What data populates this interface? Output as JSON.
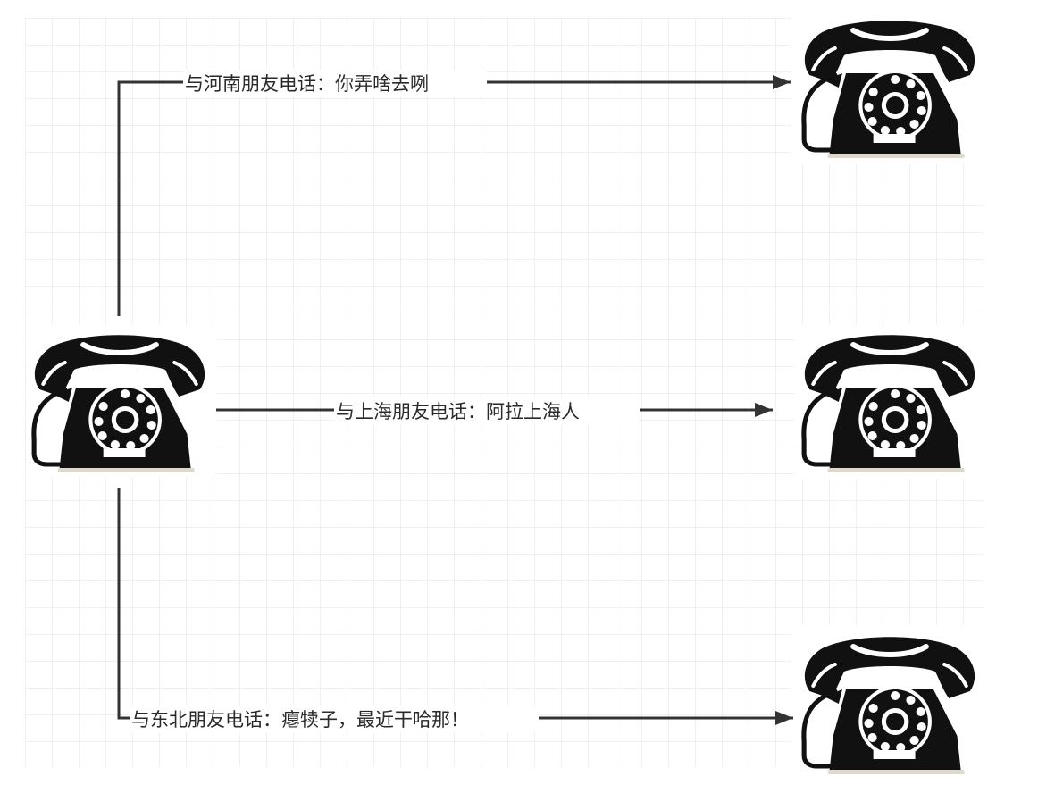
{
  "edges": [
    {
      "id": "henan",
      "label": "与河南朋友电话：你弄啥去咧"
    },
    {
      "id": "shanghai",
      "label": "与上海朋友电话：阿拉上海人"
    },
    {
      "id": "dongbei",
      "label": "与东北朋友电话：瘪犊子，最近干哈那！"
    }
  ],
  "nodes": [
    {
      "id": "caller",
      "icon": "rotary-telephone-icon"
    },
    {
      "id": "henan",
      "icon": "rotary-telephone-icon"
    },
    {
      "id": "shanghai",
      "icon": "rotary-telephone-icon"
    },
    {
      "id": "dongbei",
      "icon": "rotary-telephone-icon"
    }
  ],
  "colors": {
    "grid": "#e6e6e6",
    "line": "#333333",
    "icon": "#111111",
    "text": "#2a2a2a"
  }
}
